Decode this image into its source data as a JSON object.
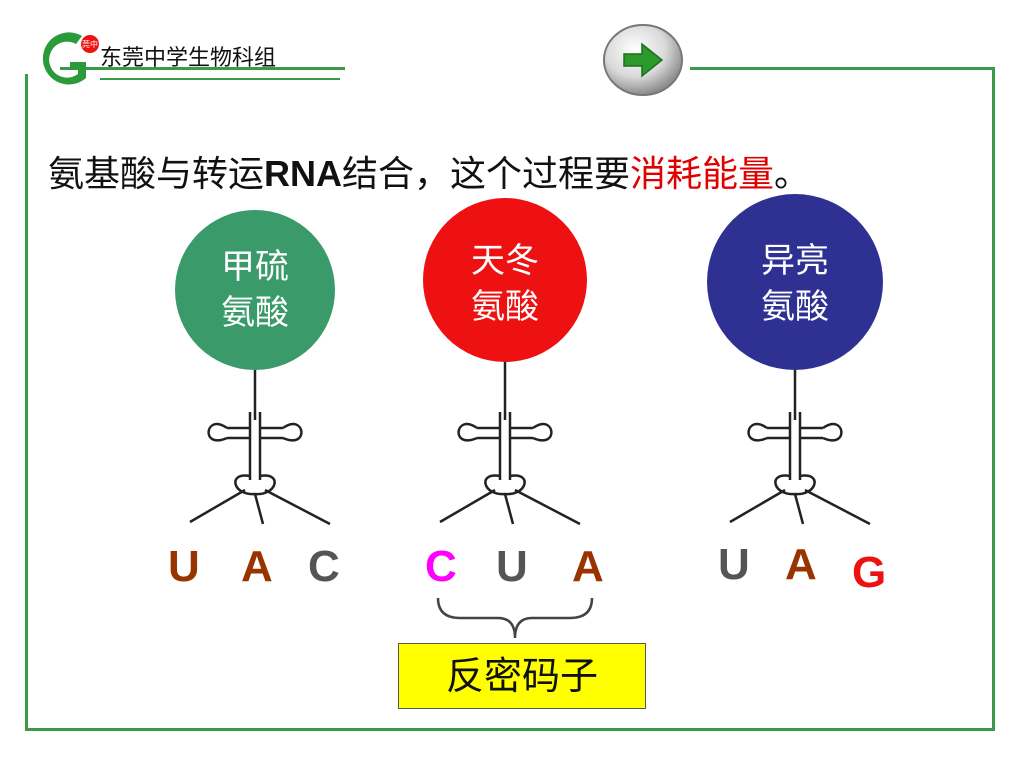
{
  "header": {
    "school_name": "东莞中学生物科组",
    "logo_badge_text": "莞中"
  },
  "nav": {
    "next_icon": "right-arrow-icon"
  },
  "headline": {
    "part1": "氨基酸与转运",
    "part2": "RNA",
    "part3": "结合，这个过程要",
    "highlight": "消耗能量",
    "end": "。"
  },
  "amino_acids": [
    {
      "line1": "甲硫",
      "line2": "氨酸",
      "color": "#3a9a6a"
    },
    {
      "line1": "天冬",
      "line2": "氨酸",
      "color": "#ee1111"
    },
    {
      "line1": "异亮",
      "line2": "氨酸",
      "color": "#2e3192"
    }
  ],
  "anticodons": [
    [
      {
        "base": "U",
        "color": "#993300"
      },
      {
        "base": "A",
        "color": "#993300"
      },
      {
        "base": "C",
        "color": "#555555"
      }
    ],
    [
      {
        "base": "C",
        "color": "#ff00ff"
      },
      {
        "base": "U",
        "color": "#555555"
      },
      {
        "base": "A",
        "color": "#993300"
      }
    ],
    [
      {
        "base": "U",
        "color": "#555555"
      },
      {
        "base": "A",
        "color": "#993300"
      },
      {
        "base": "G",
        "color": "#ee1111"
      }
    ]
  ],
  "anticodon_label": "反密码子",
  "colors": {
    "frame": "#3a9a4a",
    "label_bg": "#ffff00",
    "highlight": "#e00000"
  }
}
